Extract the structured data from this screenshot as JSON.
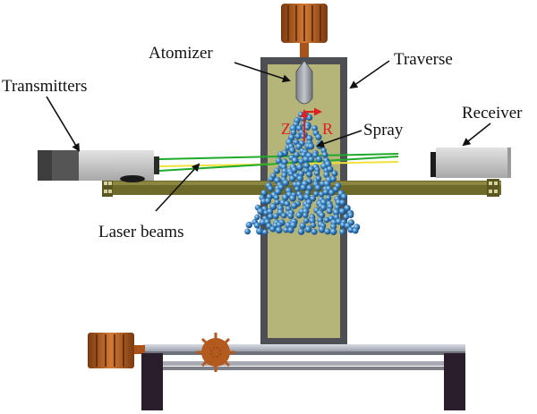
{
  "labels": {
    "atomizer": "Atomizer",
    "traverse": "Traverse",
    "transmitters": "Transmitters",
    "receiver": "Receiver",
    "spray": "Spray",
    "laser_beams": "Laser beams",
    "axis_z": "Z",
    "axis_r": "R"
  },
  "colors": {
    "background": "#ffffff",
    "motor": "#b35a1f",
    "traverse_frame": "#4d4f55",
    "traverse_panel": "#b5b57a",
    "beam_bar": "#6e6a2a",
    "transmitter_body": "#c9c9c9",
    "transmitter_cap": "#3d3d3d",
    "receiver_body": "#c4c4c4",
    "laser_green": "#1faa2c",
    "laser_yellow": "#f0e23a",
    "droplet": "#2a6fa6",
    "axis_red": "#e02020",
    "base_rail": "#b9bcc4",
    "base_leg": "#2a1d2c",
    "arrow": "#111111"
  }
}
